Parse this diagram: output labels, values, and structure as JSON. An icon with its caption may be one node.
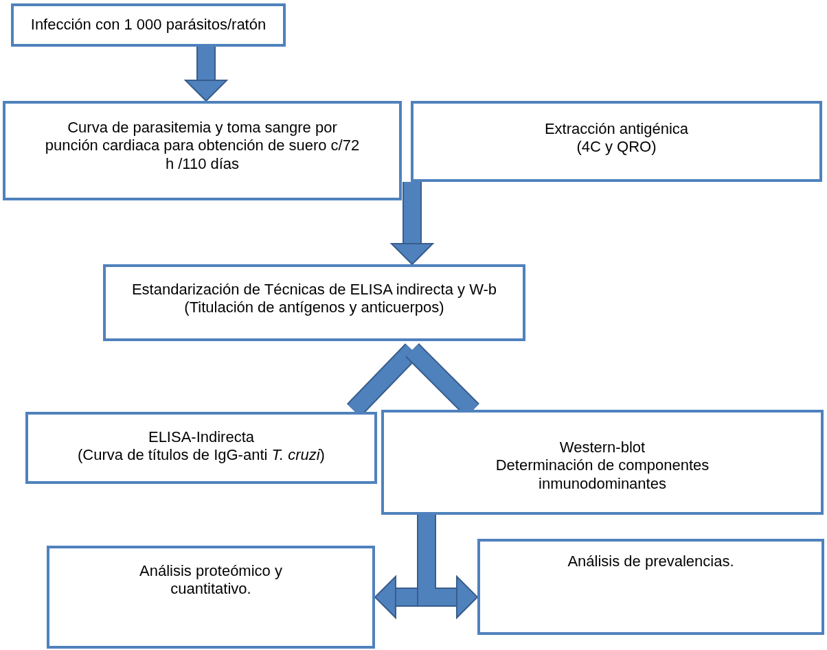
{
  "diagram": {
    "nodes": [
      {
        "text": [
          "Infección con 1 000 parásitos/ratón"
        ]
      },
      {
        "text": [
          "Curva de parasitemia y toma sangre por punción cardiaca para obtención de suero c/72 h /110 días"
        ]
      },
      {
        "text": [
          "Extracción antigénica",
          "(4C y QRO)"
        ]
      },
      {
        "text": [
          "Estandarización de Técnicas de ELISA indirecta y W-b",
          "(Titulación de antígenos y anticuerpos)"
        ]
      },
      {
        "text": [
          "ELISA-Indirecta",
          "(Curva de títulos de IgG-anti *T. cruzi*)"
        ]
      },
      {
        "text": [
          "Western-blot",
          "Determinación de componentes inmunodominantes"
        ]
      },
      {
        "text": [
          "Análisis proteómico y cuantitativo."
        ]
      },
      {
        "text": [
          "Análisis de prevalencias."
        ]
      }
    ],
    "edges": [
      {
        "from": 0,
        "to": 1,
        "arrow": "to"
      },
      {
        "from": 2,
        "to": 3,
        "arrow": "to"
      },
      {
        "from": 3,
        "to": 4,
        "arrow": "none"
      },
      {
        "from": 3,
        "to": 5,
        "arrow": "none"
      },
      {
        "from": 5,
        "to": 6,
        "arrow": "to"
      },
      {
        "from": 5,
        "to": 7,
        "arrow": "to"
      }
    ]
  }
}
